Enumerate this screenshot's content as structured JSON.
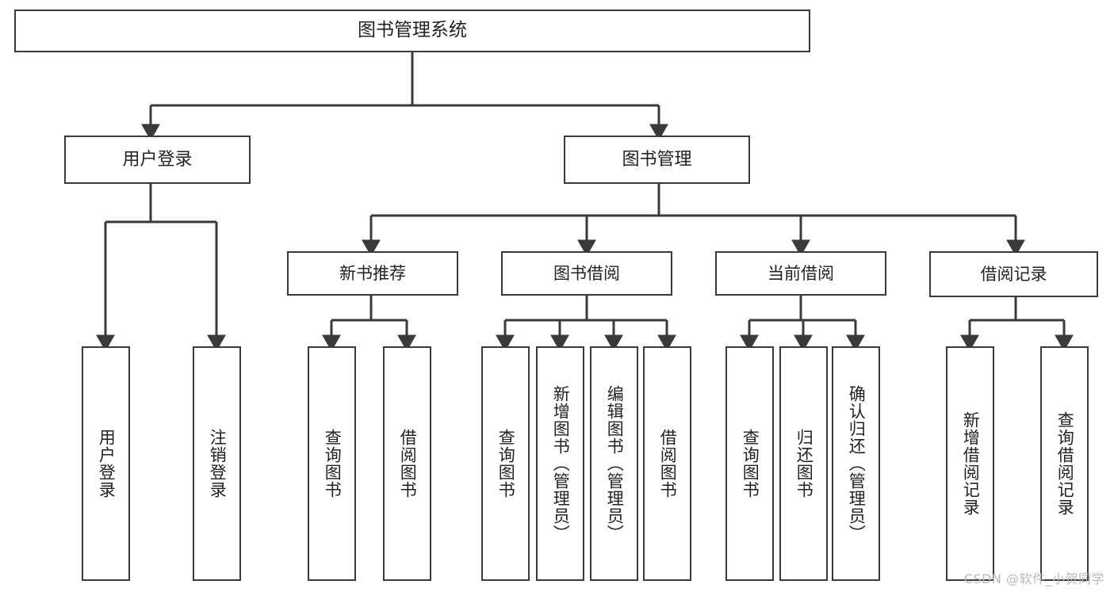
{
  "diagram": {
    "type": "hierarchy-tree",
    "title": "图书管理系统",
    "watermark": "CSDN @软件_小贺同学",
    "colors": {
      "box_border": "#3a3a3a",
      "box_fill": "#ffffff",
      "connector": "#3a3a3a",
      "text": "#222222",
      "watermark": "#b9b9b9"
    },
    "nodes": {
      "root": {
        "label": "图书管理系统"
      },
      "level2": [
        {
          "id": "user-login",
          "label": "用户登录"
        },
        {
          "id": "book-management",
          "label": "图书管理"
        }
      ],
      "level3": [
        {
          "id": "new-book-recommend",
          "label": "新书推荐"
        },
        {
          "id": "book-borrow",
          "label": "图书借阅"
        },
        {
          "id": "current-borrow",
          "label": "当前借阅"
        },
        {
          "id": "borrow-record",
          "label": "借阅记录"
        }
      ],
      "leaves": {
        "user_login": [
          {
            "id": "leaf-user-login",
            "label": "用户登录"
          },
          {
            "id": "leaf-logout",
            "label": "注销登录"
          }
        ],
        "new_book_recommend": [
          {
            "id": "leaf-query-book-1",
            "label": "查询图书"
          },
          {
            "id": "leaf-borrow-book-1",
            "label": "借阅图书"
          }
        ],
        "book_borrow": [
          {
            "id": "leaf-query-book-2",
            "label": "查询图书"
          },
          {
            "id": "leaf-add-book",
            "label": "新增图书（管理员）"
          },
          {
            "id": "leaf-edit-book",
            "label": "编辑图书（管理员）"
          },
          {
            "id": "leaf-borrow-book-2",
            "label": "借阅图书"
          }
        ],
        "current_borrow": [
          {
            "id": "leaf-query-book-3",
            "label": "查询图书"
          },
          {
            "id": "leaf-return-book",
            "label": "归还图书"
          },
          {
            "id": "leaf-confirm-return",
            "label": "确认归还（管理员）"
          }
        ],
        "borrow_record": [
          {
            "id": "leaf-add-record",
            "label": "新增借阅记录"
          },
          {
            "id": "leaf-query-record",
            "label": "查询借阅记录"
          }
        ]
      }
    }
  }
}
